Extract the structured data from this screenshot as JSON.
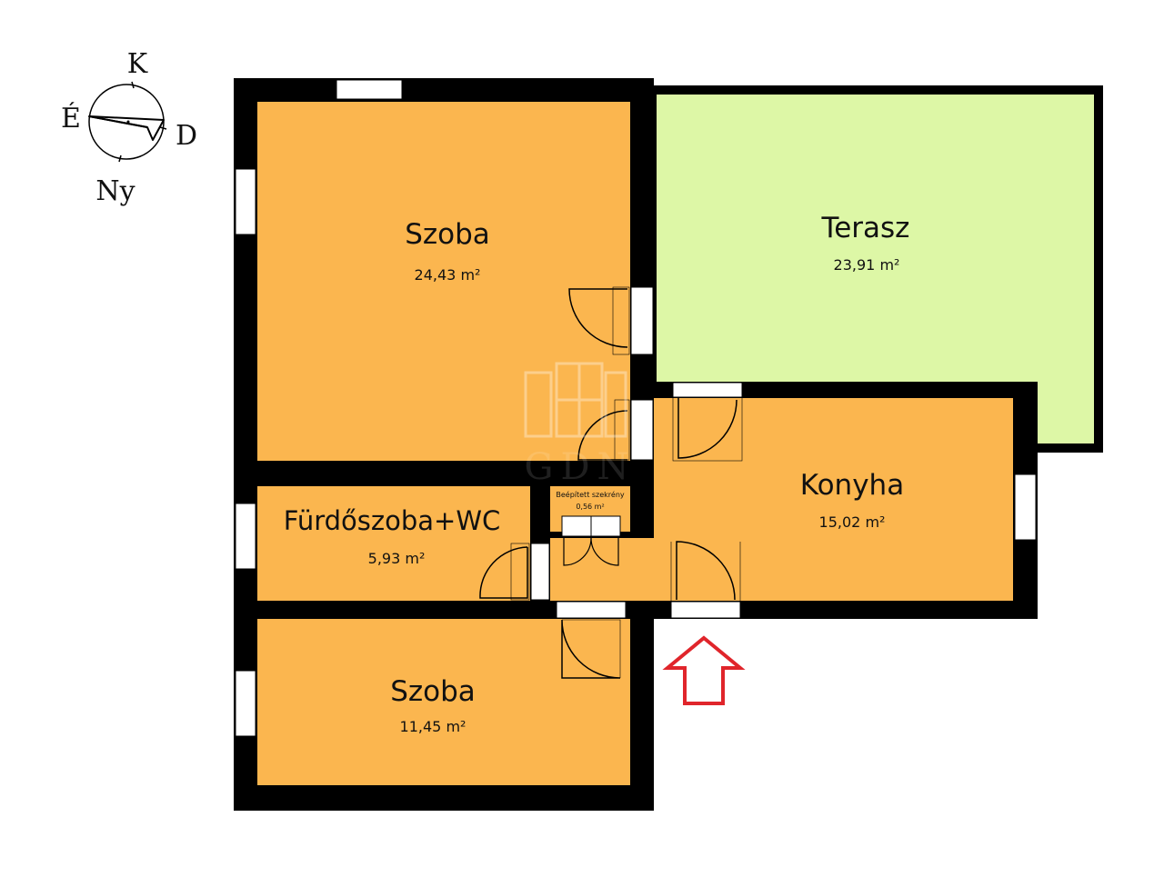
{
  "compass": {
    "north_label": "K",
    "west_label": "É",
    "east_label": "D",
    "south_label": "Ny"
  },
  "rooms": {
    "szoba_large": {
      "name": "Szoba",
      "area": "24,43 m²"
    },
    "terasz": {
      "name": "Terasz",
      "area": "23,91 m²"
    },
    "konyha": {
      "name": "Konyha",
      "area": "15,02 m²"
    },
    "furdo": {
      "name": "Fürdőszoba+WC",
      "area": "5,93 m²"
    },
    "szoba_small": {
      "name": "Szoba",
      "area": "11,45 m²"
    },
    "closet": {
      "name": "Beépített szekrény",
      "area": "0,56 m²"
    }
  },
  "watermark": {
    "text": "GDN"
  },
  "colors": {
    "room_fill": "#FBB64F",
    "terrace_fill": "#DDF7A6",
    "wall": "#000000",
    "entrance_arrow": "#E0252B"
  }
}
